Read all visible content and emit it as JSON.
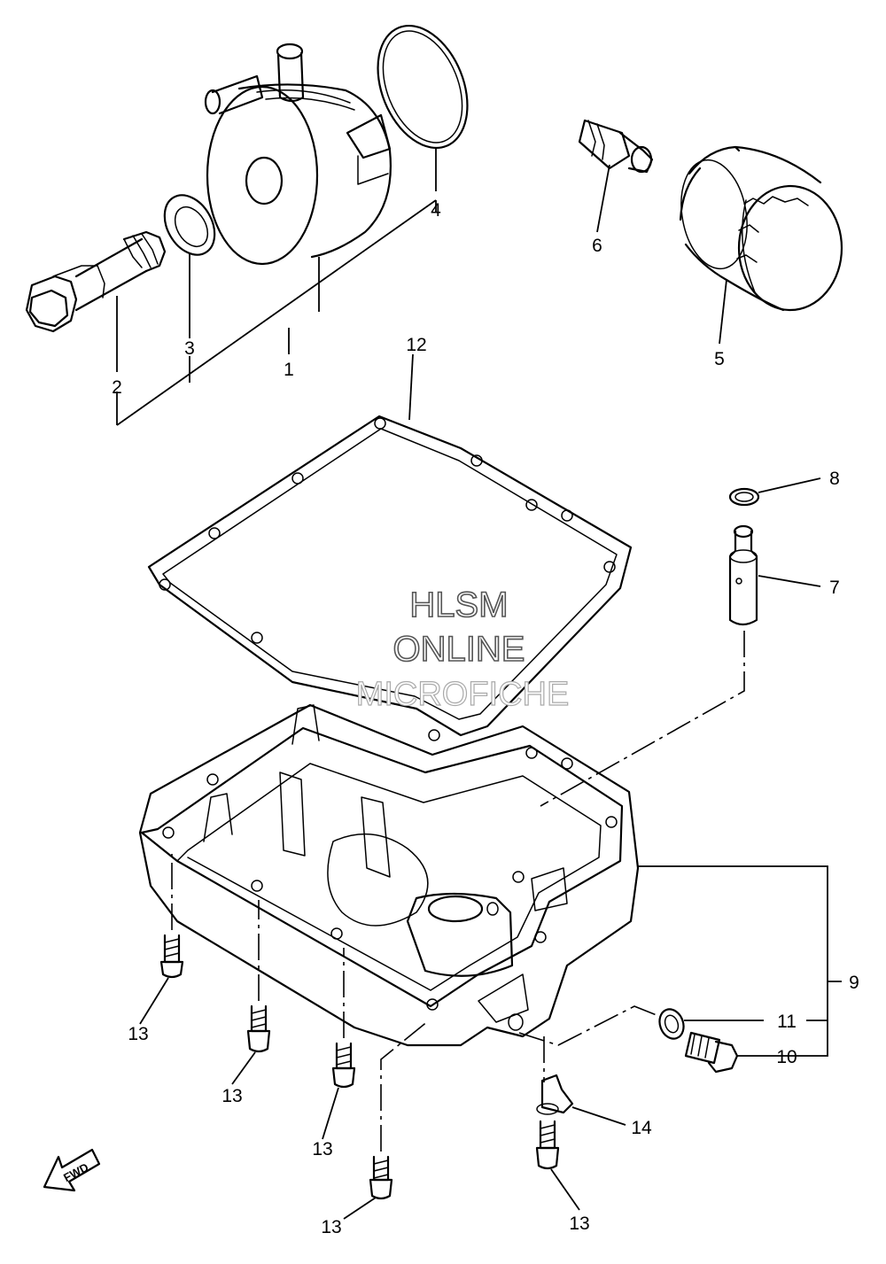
{
  "callouts": [
    {
      "id": "1",
      "text": "1"
    },
    {
      "id": "2",
      "text": "2"
    },
    {
      "id": "3",
      "text": "3"
    },
    {
      "id": "4",
      "text": "4"
    },
    {
      "id": "5",
      "text": "5"
    },
    {
      "id": "6",
      "text": "6"
    },
    {
      "id": "7",
      "text": "7"
    },
    {
      "id": "8",
      "text": "8"
    },
    {
      "id": "9",
      "text": "9"
    },
    {
      "id": "10",
      "text": "10"
    },
    {
      "id": "11",
      "text": "11"
    },
    {
      "id": "12",
      "text": "12"
    },
    {
      "id": "13",
      "text": "13"
    },
    {
      "id": "14",
      "text": "14"
    }
  ],
  "watermark": {
    "line1": "HLSM",
    "line2": "ONLINE",
    "line3": "MICROFICHE"
  },
  "fwd_label": "FWD"
}
